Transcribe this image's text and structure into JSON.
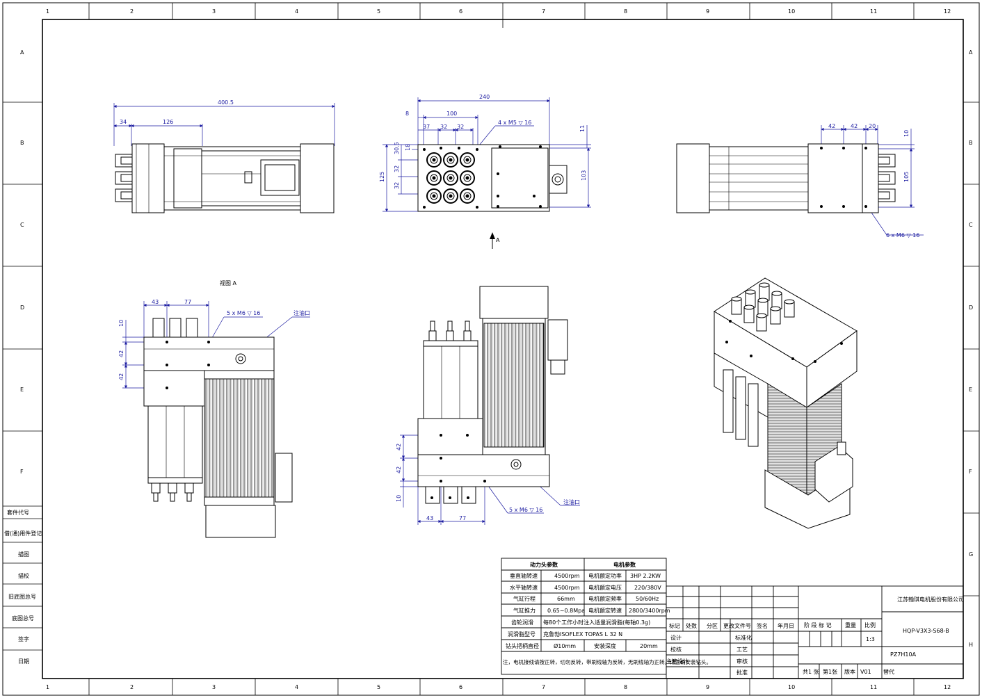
{
  "zones": {
    "cols": [
      "1",
      "2",
      "3",
      "4",
      "5",
      "6",
      "7",
      "8",
      "9",
      "10",
      "11",
      "12"
    ],
    "rows": [
      "A",
      "B",
      "C",
      "D",
      "E",
      "F",
      "G",
      "H"
    ]
  },
  "left_side_table": [
    "套件代号",
    "借(通)用件登记",
    "描图",
    "描校",
    "旧底图总号",
    "底图总号",
    "签字",
    "日期"
  ],
  "dims": {
    "v1_400": "400.5",
    "v1_34": "34",
    "v1_126": "126",
    "v2_240": "240",
    "v2_8": "8",
    "v2_100": "100",
    "v2_37": "37",
    "v2_32a": "32",
    "v2_32b": "32",
    "v2_hole": "4 x  M5 ▽ 16",
    "v2_11": "11",
    "v2_305": "30.5",
    "v2_18": "18",
    "v2_32c": "32",
    "v2_32d": "32",
    "v2_125": "125",
    "v2_103": "103",
    "v3_42a": "42",
    "v3_42b": "42",
    "v3_20": "20",
    "v3_10": "10",
    "v3_105": "105",
    "v3_hole": "6 x  M6 ▽ 16",
    "view_arrow": "A",
    "view_a_title": "视图 A",
    "v4_43": "43",
    "v4_77": "77",
    "v4_hole": "5 x  M6 ▽ 16",
    "v4_oil": "注油口",
    "v4_10": "10",
    "v4_42a": "42",
    "v4_42b": "42",
    "v5_42a": "42",
    "v5_42b": "42",
    "v5_10": "10",
    "v5_43": "43",
    "v5_77": "77",
    "v5_hole": "5 x  M6 ▽ 16",
    "v5_oil": "注油口"
  },
  "params": {
    "head_title": "动力头参数",
    "motor_title": "电机参数",
    "rows": [
      [
        "垂直轴转速",
        "4500rpm",
        "电机额定功率",
        "3HP  2.2KW"
      ],
      [
        "水平轴转速",
        "4500rpm",
        "电机额定电压",
        "220/380V"
      ],
      [
        "气缸行程",
        "66mm",
        "电机额定频率",
        "50/60Hz"
      ],
      [
        "气缸推力",
        "0.65~0.8Mpa",
        "电机额定转速",
        "2800/3400rpm"
      ]
    ],
    "lube_label": "齿轮润滑",
    "lube_value": "每80个工作小时注入适量润滑脂(每轴0.3g)",
    "grease_label": "润滑脂型号",
    "grease_value": "克鲁勃ISOFLEX TOPAS L 32 N",
    "chuck_label": "钻头把柄直径",
    "chuck_value": "Ø10mm",
    "depth_label": "安装深度",
    "depth_value": "20mm",
    "note": "注，电机接线请按正转，切勿反转，带刷线轴为反转，无刷线轴为正转。请正确安装钻头。"
  },
  "title_block": {
    "company": "江苏翰琪电机股份有限公司",
    "headers": [
      "标记",
      "处数",
      "分区",
      "更改文件号",
      "签名",
      "年月日"
    ],
    "roles": [
      "设计",
      "校核",
      "主管设计"
    ],
    "roles2": [
      "标准化",
      "工艺",
      "审核",
      "批准"
    ],
    "stage_label": "阶 段 标 记",
    "weight_label": "重量",
    "scale_label": "比例",
    "scale_value": "1:3",
    "drawing_no": "HQP-V3X3-S68-B",
    "part_no": "PZ7H10A",
    "sheets_total": "共1 张",
    "sheet_no": "第1张",
    "version_label": "版本",
    "version_value": "V01",
    "replace_label": "替代"
  }
}
